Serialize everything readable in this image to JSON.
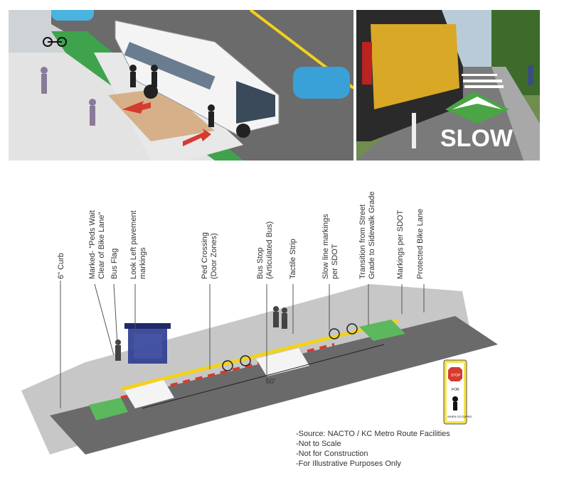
{
  "photo": {
    "pavement_text": "SLOW"
  },
  "diagram": {
    "callouts": [
      {
        "id": "curb",
        "text": "6\" Curb"
      },
      {
        "id": "marked",
        "text": "Marked- \"Peds Wait"
      },
      {
        "id": "marked2",
        "text": "Clear of Bike Lane\""
      },
      {
        "id": "busflag",
        "text": "Bus Flag"
      },
      {
        "id": "lookleft",
        "text": "Look Left pavement"
      },
      {
        "id": "lookleft2",
        "text": "markings"
      },
      {
        "id": "pedcross",
        "text": "Ped Crossing"
      },
      {
        "id": "pedcross2",
        "text": "(Door Zones)"
      },
      {
        "id": "busstop",
        "text": "Bus Stop"
      },
      {
        "id": "busstop2",
        "text": "(Articulated Bus)"
      },
      {
        "id": "tactile",
        "text": "Tactile Strip"
      },
      {
        "id": "slowline",
        "text": "Slow line markings"
      },
      {
        "id": "slowline2",
        "text": "per SDOT"
      },
      {
        "id": "transition",
        "text": "Transition from Street"
      },
      {
        "id": "transition2",
        "text": "Grade to Sidewalk Grade"
      },
      {
        "id": "markings",
        "text": "Markings per SDOT"
      },
      {
        "id": "protected",
        "text": "Protected Bike Lane"
      }
    ],
    "dimension": "60'",
    "sign": {
      "top": "STOP",
      "middle": "FOR",
      "bottom": "WHEN OCCUPIED"
    },
    "notes": [
      "-Source: NACTO / KC Metro Route Facilities",
      "-Not to Scale",
      "-Not for Construction",
      "-For Illustrative Purposes Only"
    ],
    "colors": {
      "bike_lane_green": "#5cb85c",
      "yellow_edge": "#f2d21b",
      "shelter_blue": "#2b3a8f",
      "curb_red": "#d63b2f"
    }
  }
}
